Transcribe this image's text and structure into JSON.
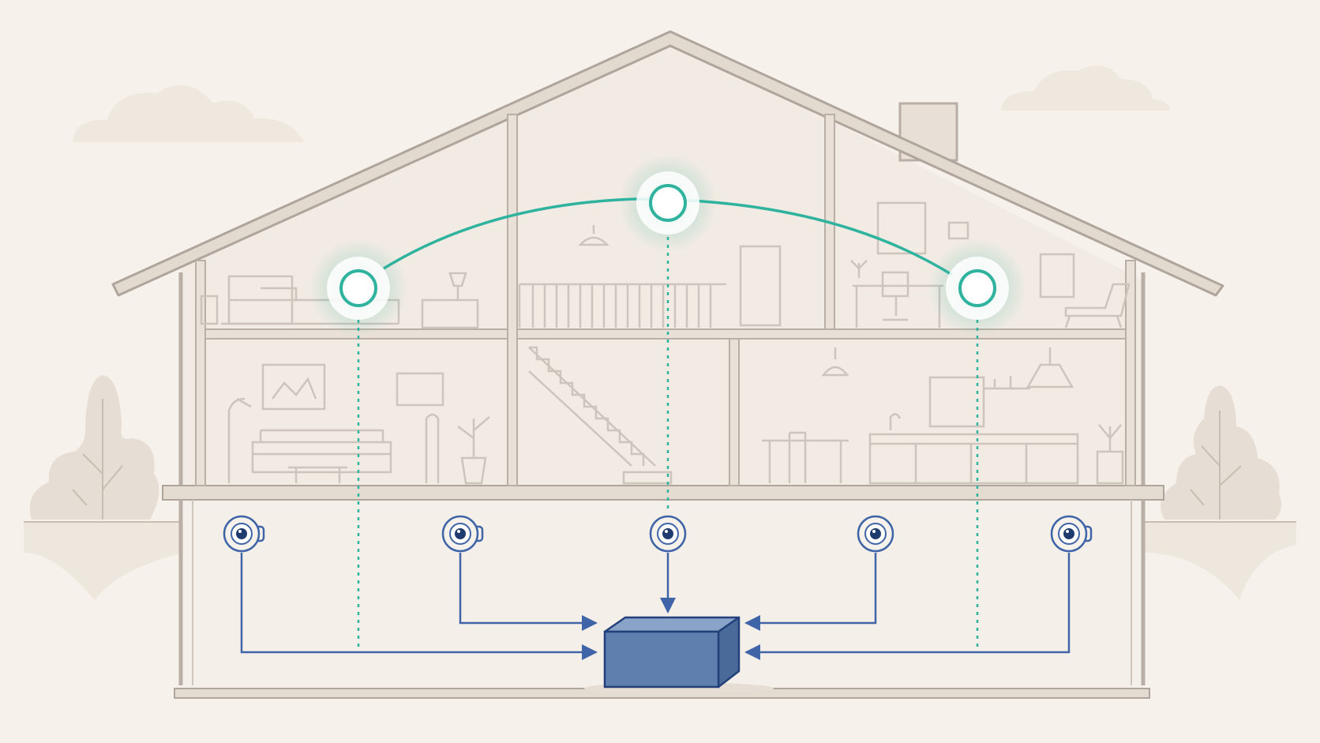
{
  "colors": {
    "background": "#f6f1ea",
    "house_line": "#b9afa7",
    "furniture_line": "#cdc4bb",
    "mesh_teal": "#2fb39f",
    "camera_blue": "#3f65a8",
    "recorder_fill": "#5f7fae",
    "recorder_top": "#8aa3c8",
    "recorder_side": "#4a6a9a"
  },
  "icons": {
    "mesh_node": "wifi-mesh-node-icon",
    "camera": "security-camera-icon",
    "recorder": "nvr-recorder-box-icon",
    "cloud": "cloud-icon",
    "tree": "tree-icon"
  },
  "mesh_network": {
    "node_count": 3,
    "links": [
      [
        0,
        1
      ],
      [
        1,
        2
      ]
    ]
  },
  "cameras": {
    "count": 5
  }
}
